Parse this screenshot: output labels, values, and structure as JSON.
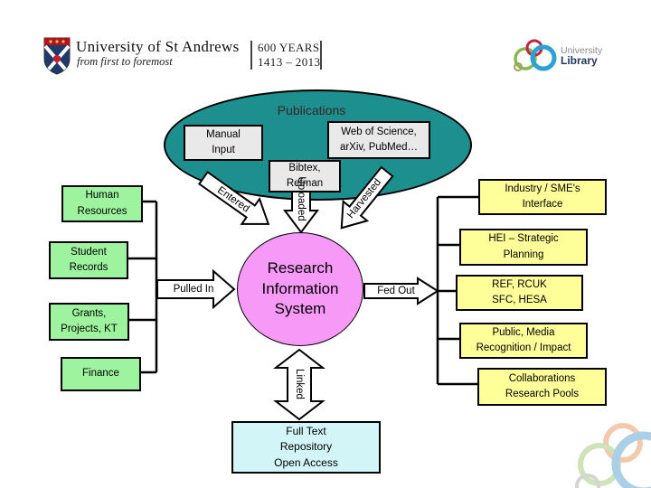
{
  "colors": {
    "teal": "#1e8f8f",
    "pink": "#f799f7",
    "green": "#9ef39e",
    "yellow": "#ffff99",
    "cyan": "#d2f5f7",
    "graybox": "#e9e9e9",
    "title": "#3a2424"
  },
  "header": {
    "university_name": "University of St Andrews",
    "university_tagline": "from first to foremost",
    "years_line1": "600 YEARS",
    "years_line2": "1413 – 2013",
    "library_line1": "University",
    "library_line2": "Library"
  },
  "publications": {
    "title": "Publications",
    "manual_input": "Manual\nInput",
    "web_of_science": "Web of Science,\narXiv, PubMed…",
    "bibtex": "Bibtex,\nRefman"
  },
  "sources": {
    "items": [
      {
        "label": "Human\nResources"
      },
      {
        "label": "Student\nRecords"
      },
      {
        "label": "Grants,\nProjects, KT"
      },
      {
        "label": "Finance"
      }
    ]
  },
  "ris": {
    "label": "Research\nInformation\nSystem"
  },
  "outputs": {
    "items": [
      {
        "label": "Industry / SME's\nInterface"
      },
      {
        "label": "HEI – Strategic\nPlanning"
      },
      {
        "label": "REF, RCUK\nSFC, HESA"
      },
      {
        "label": "Public, Media\nRecognition / Impact"
      },
      {
        "label": "Collaborations\nResearch Pools"
      }
    ]
  },
  "repository": {
    "label": "Full Text\nRepository\nOpen Access"
  },
  "arrows": {
    "entered": "Entered",
    "uploaded": "Uploaded",
    "harvested": "Harvested",
    "pulled_in": "Pulled In",
    "fed_out": "Fed Out",
    "linked": "Linked"
  }
}
